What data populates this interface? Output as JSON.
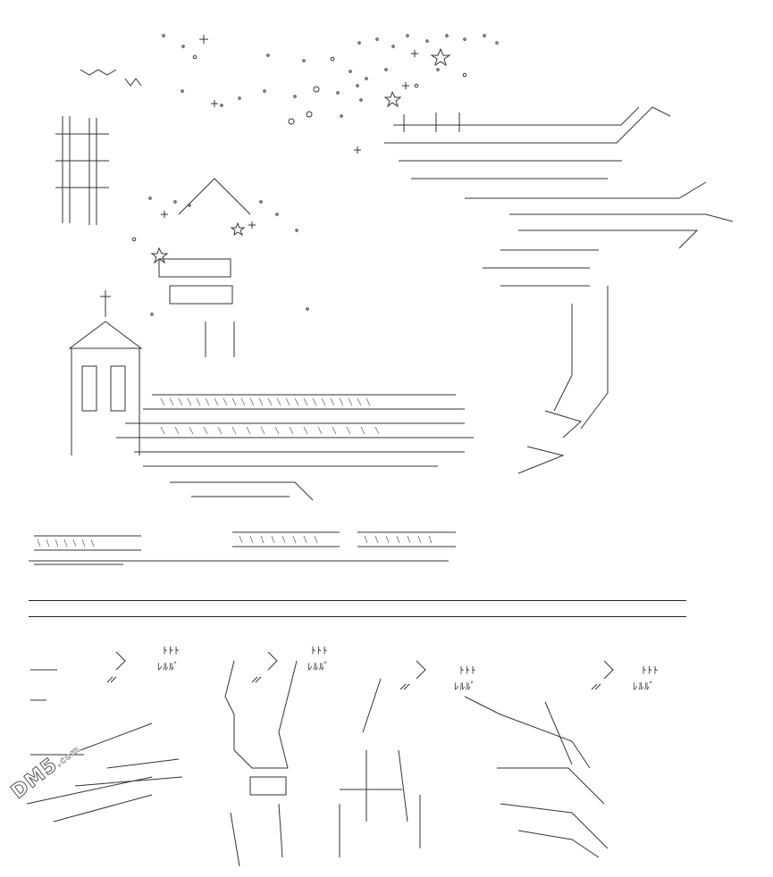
{
  "sfx": {
    "line1": "ﾄﾄﾄ",
    "line2": "ﾚﾙﾙﾞ",
    "line3": "ﾄﾄﾄ",
    "line4": "ﾚﾙﾙﾞ",
    "line5": "ﾄﾄﾄ",
    "line6": "ﾚﾙﾙﾞ",
    "line7": "ﾄﾄﾄ",
    "line8": "ﾚﾙﾙﾞ"
  },
  "watermark": {
    "main": "DM5",
    "suffix": ".com"
  }
}
